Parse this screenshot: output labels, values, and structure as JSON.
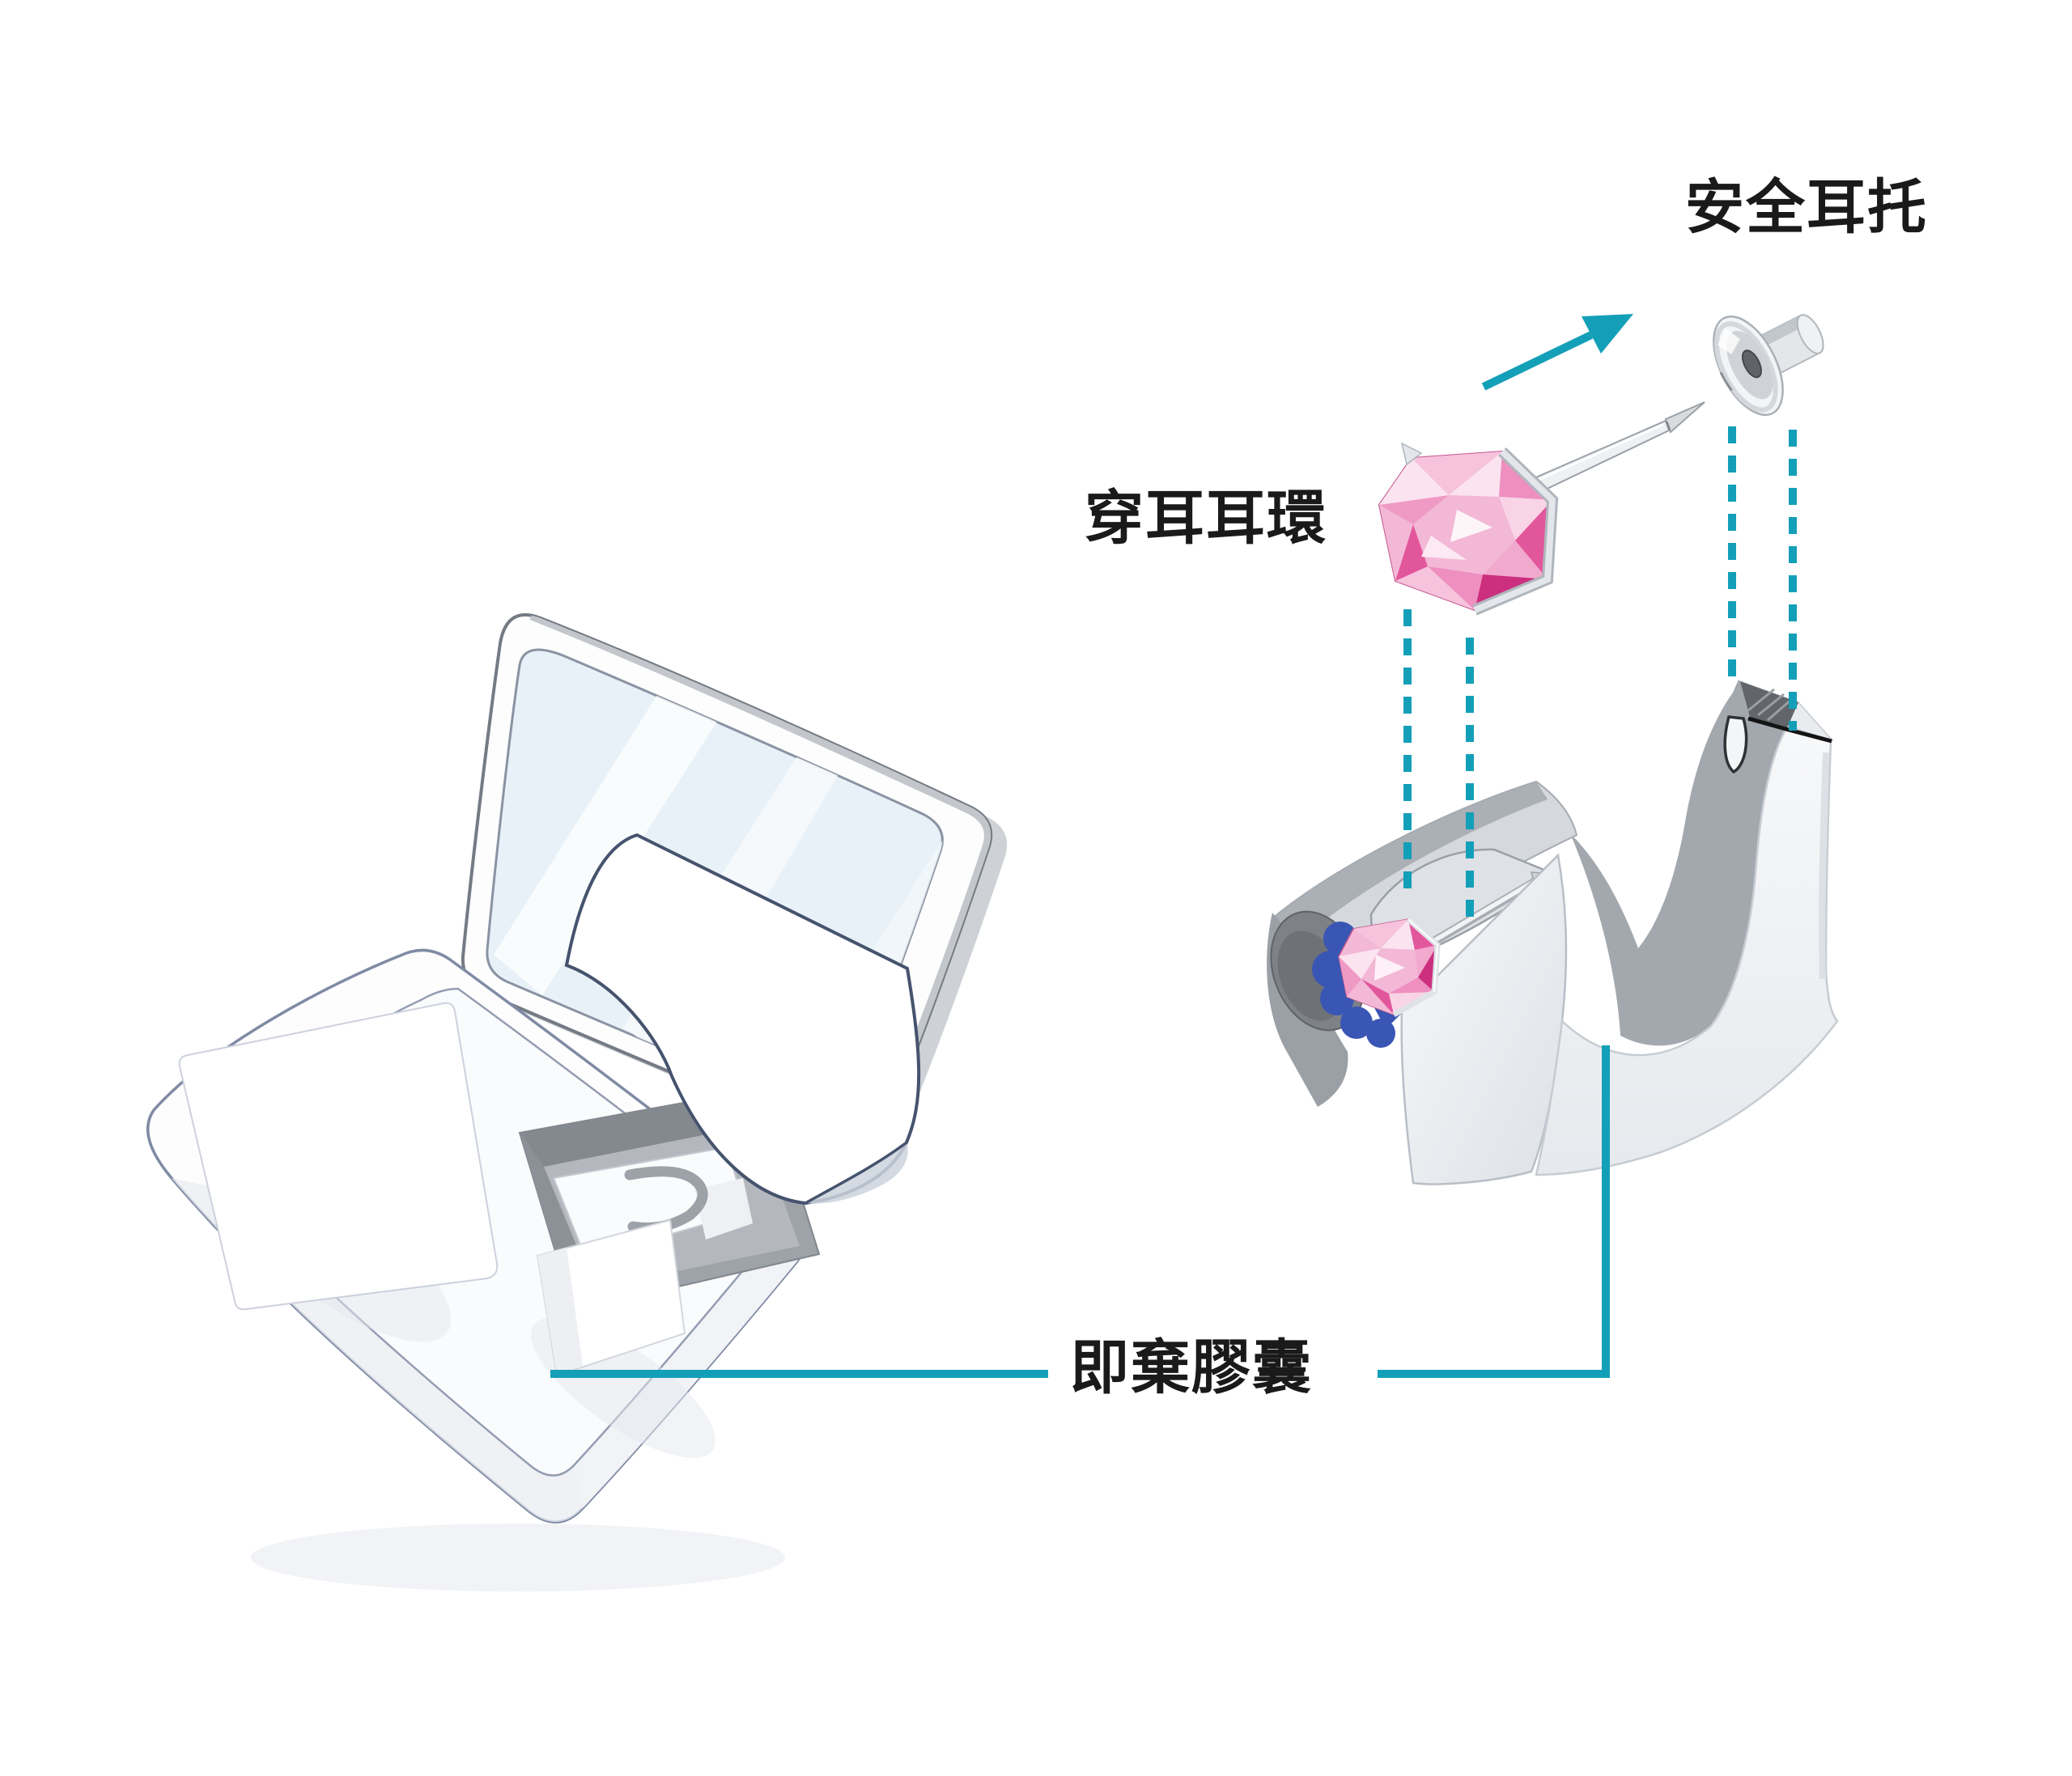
{
  "labels": {
    "safety_back": "安全耳托",
    "pierce_earring": "穿耳耳環",
    "disposable_capsule": "即棄膠囊"
  },
  "colors": {
    "accent_teal": "#149fb8",
    "holder_blue": "#3a56b4",
    "gem_pink": "#ee8fc0",
    "gem_pink_deep": "#cb2f7e",
    "metal_light": "#eceef0",
    "metal_mid": "#b9bec4",
    "body_gray": "#a3a8ae",
    "mirror_blue": "#e8f1f7",
    "outline_navy": "#46536e",
    "ink": "#1a1a1a"
  },
  "icons": {
    "direction_arrow": "arrow-up-right",
    "alignment_guides": "teal-dashed-lines"
  },
  "illustration": {
    "left_figure": "open-jewelry-case-with-mirror-and-capsule",
    "right_figure": "piercing-capsule-exploded-view"
  }
}
